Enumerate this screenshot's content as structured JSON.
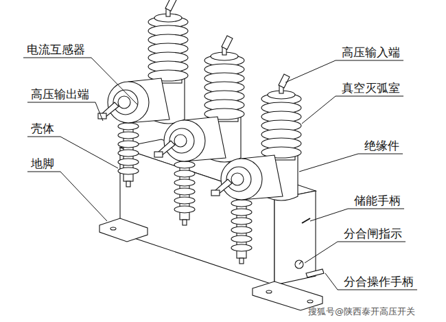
{
  "diagram": {
    "labels": [
      "电流互感器",
      "高压输出端",
      "壳体",
      "地脚",
      "高压输入端",
      "真空灭弧室",
      "绝缘件",
      "储能手柄",
      "分合闸指示",
      "分合操作手柄",
      "搜狐号@陕西泰开高压开关"
    ]
  }
}
